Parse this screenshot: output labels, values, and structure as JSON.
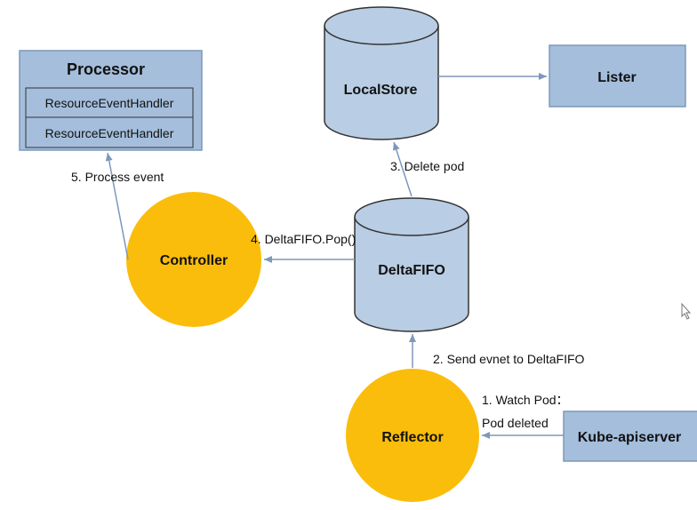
{
  "colors": {
    "box_fill": "#a4bedc",
    "box_stroke": "#7f98b8",
    "cylinder_fill": "#b9cde4",
    "cylinder_stroke": "#333333",
    "circle_fill": "#fbbd0b",
    "arrow": "#7d98bb"
  },
  "nodes": {
    "processor": {
      "title": "Processor",
      "handlers": [
        "ResourceEventHandler",
        "ResourceEventHandler"
      ]
    },
    "localstore": {
      "label": "LocalStore"
    },
    "lister": {
      "label": "Lister"
    },
    "deltafifo": {
      "label": "DeltaFIFO"
    },
    "controller": {
      "label": "Controller"
    },
    "reflector": {
      "label": "Reflector"
    },
    "kube_apiserver": {
      "label": "Kube-apiserver"
    }
  },
  "edges": {
    "watch_pod": {
      "line1": "1. Watch Pod：",
      "line2": "Pod deleted"
    },
    "send_event": "2. Send evnet to DeltaFIFO",
    "delete_pod": "3. Delete pod",
    "pop": "4. DeltaFIFO.Pop()",
    "process_event": "5. Process event"
  }
}
